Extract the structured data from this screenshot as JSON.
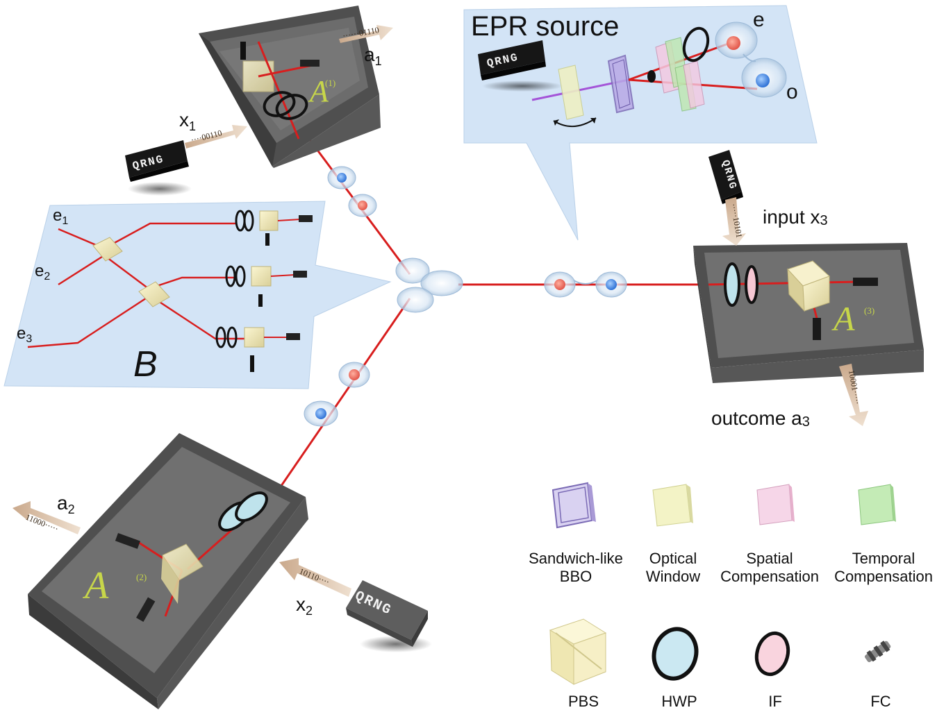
{
  "epr": {
    "title": "EPR source",
    "label_e": "e",
    "label_o": "o"
  },
  "qrng_label": "QRNG",
  "station1": {
    "output_name": "a",
    "output_sub": "1",
    "output_bits": "······01110",
    "input_name": "x",
    "input_sub": "1",
    "input_bits": "····00110",
    "device": "A",
    "device_sup": "(1)"
  },
  "station2": {
    "output_name": "a",
    "output_sub": "2",
    "output_bits": "11000·····",
    "input_name": "x",
    "input_sub": "2",
    "input_bits": "10110····",
    "device": "A",
    "device_sup": "(2)"
  },
  "station3": {
    "input_label": "input x",
    "input_sub": "3",
    "input_bits": "·····10101",
    "output_label": "outcome a",
    "output_sub": "3",
    "output_bits": "10001·····",
    "device": "A",
    "device_sup": "(3)"
  },
  "bob": {
    "name": "B",
    "ports": [
      {
        "name": "e",
        "sub": "1"
      },
      {
        "name": "e",
        "sub": "2"
      },
      {
        "name": "e",
        "sub": "3"
      }
    ]
  },
  "legend": {
    "items": [
      {
        "icon": "sandwich-bbo-icon",
        "line1": "Sandwich-like",
        "line2": "BBO",
        "color": "#a99ad6"
      },
      {
        "icon": "optical-window-icon",
        "line1": "Optical",
        "line2": "Window",
        "color": "#eef0b8"
      },
      {
        "icon": "spatial-compensation-icon",
        "line1": "Spatial",
        "line2": "Compensation",
        "color": "#f3c9e1"
      },
      {
        "icon": "temporal-compensation-icon",
        "line1": "Temporal",
        "line2": "Compensation",
        "color": "#b4e3a8"
      },
      {
        "icon": "pbs-icon",
        "line1": "PBS",
        "line2": "",
        "color": "#f1ebb8"
      },
      {
        "icon": "hwp-icon",
        "line1": "HWP",
        "line2": "",
        "color": "#bfe3ec"
      },
      {
        "icon": "if-icon",
        "line1": "IF",
        "line2": "",
        "color": "#f6c7d3"
      },
      {
        "icon": "fc-icon",
        "line1": "FC",
        "line2": "",
        "color": "#9a9a9a"
      }
    ]
  },
  "colors": {
    "beam": "#d81e1e",
    "panel": "#cfe2f5",
    "box_wall": "#5e5e5e",
    "box_floor": "#6f6f6f",
    "arrow": "#d8bba2",
    "pump": "#a454d8"
  }
}
